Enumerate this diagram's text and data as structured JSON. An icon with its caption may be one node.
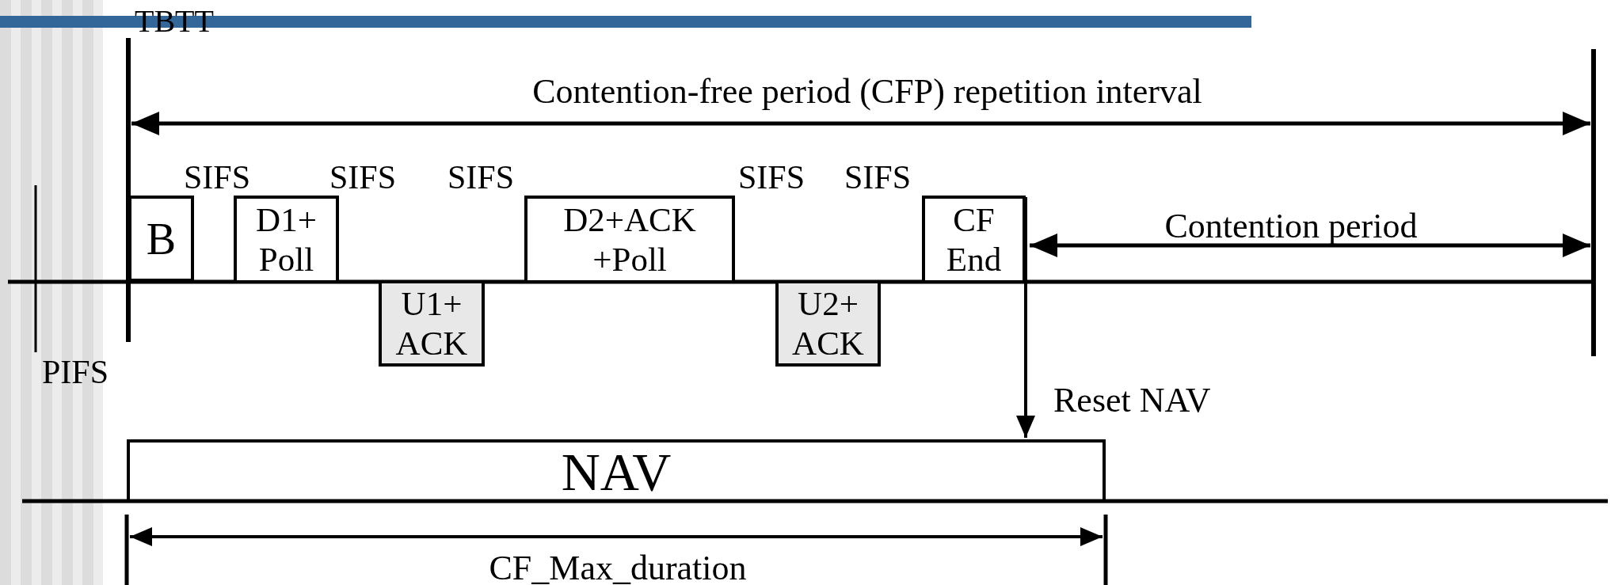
{
  "diagram": {
    "nodes": [
      {
        "text": [
          "B"
        ]
      },
      {
        "text": [
          "D1+ Poll"
        ]
      },
      {
        "text": [
          "U1+ ACK"
        ]
      },
      {
        "text": [
          "D2+ACK +Poll"
        ]
      },
      {
        "text": [
          "U2+ ACK"
        ]
      },
      {
        "text": [
          "CF End"
        ]
      },
      {
        "text": [
          "NAV"
        ]
      }
    ],
    "edges": [
      {
        "from": 5,
        "to": 6,
        "arrow": "to",
        "label": "Reset NAV"
      }
    ],
    "labels": [
      "TBTT",
      "Contention-free period (CFP) repetition interval",
      "SIFS",
      "SIFS",
      "SIFS",
      "SIFS",
      "SIFS",
      "Contention period",
      "PIFS",
      "CF_Max_duration"
    ]
  }
}
